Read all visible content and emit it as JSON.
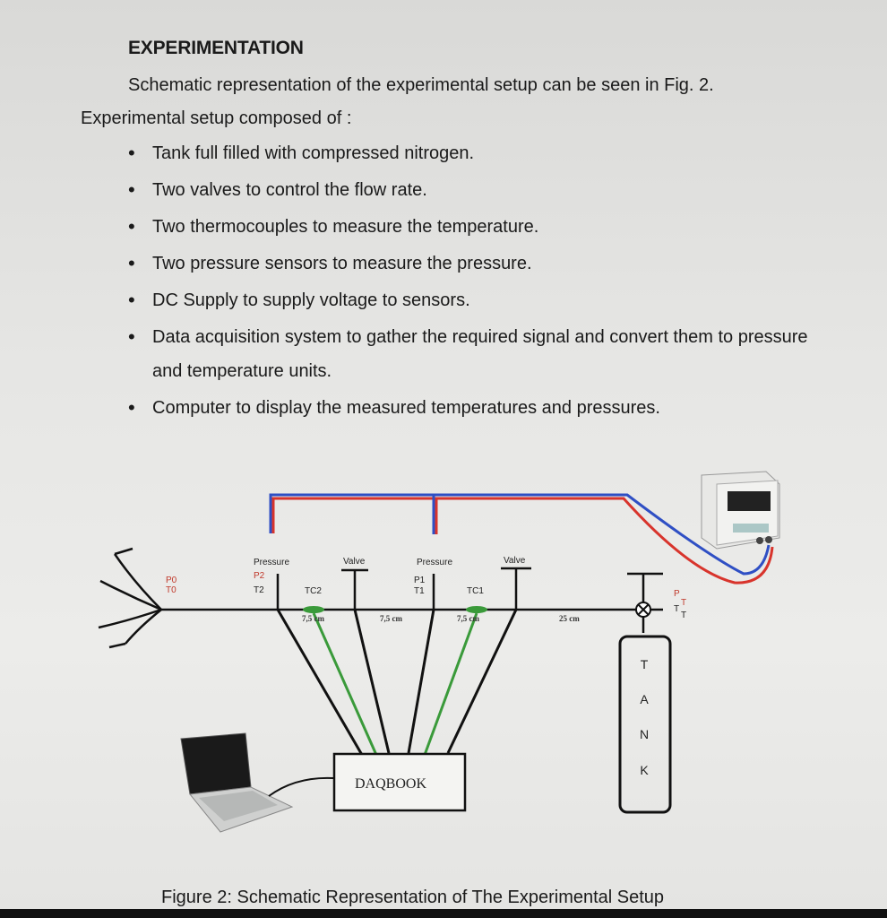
{
  "document": {
    "heading": "EXPERIMENTATION",
    "intro": "Schematic representation of the experimental setup can be seen in Fig. 2.",
    "composed_of": "Experimental setup composed of :",
    "items": [
      "Tank full filled with compressed nitrogen.",
      "Two valves to control the flow rate.",
      "Two thermocouples to measure the temperature.",
      "Two pressure sensors to measure the pressure.",
      "DC Supply to supply voltage to sensors.",
      "Data acquisition system to gather the required signal and convert them to pressure and temperature units.",
      "Computer to display the measured temperatures and pressures."
    ]
  },
  "figure": {
    "labels": {
      "p0": "P0",
      "t0": "T0",
      "pressure_left": "Pressure",
      "p2": "P2",
      "t2": "T2",
      "tc2": "TC2",
      "valve_left": "Valve",
      "pressure_right": "Pressure",
      "p1": "P1",
      "t1": "T1",
      "tc1": "TC1",
      "valve_right": "Valve",
      "dist1": "7,5 cm",
      "dist2": "7,5 cm",
      "dist3": "7,5 cm",
      "dist4": "25 cm",
      "pt_p": "P",
      "pt_p_sub": "T",
      "pt_t": "T",
      "pt_t_sub": "T",
      "tank_letters": [
        "T",
        "A",
        "N",
        "K"
      ],
      "daqbook": "DAQBOOK"
    },
    "caption": "Figure 2: Schematic Representation of The Experimental Setup"
  },
  "colors": {
    "wire_red": "#d8342c",
    "wire_blue": "#2f4fc4",
    "wire_green": "#3a9a3a",
    "label_red": "#c0392b"
  }
}
